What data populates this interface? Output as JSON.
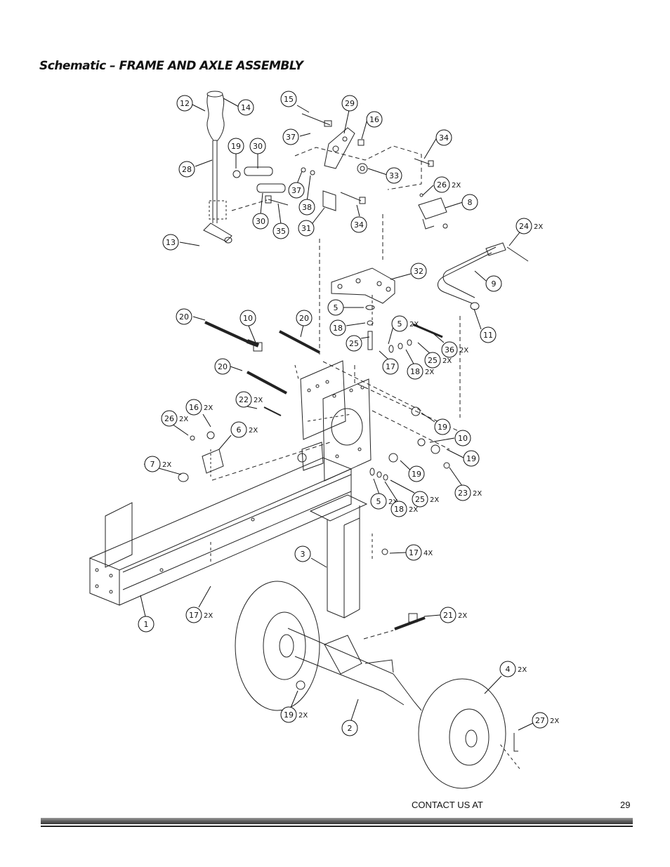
{
  "page": {
    "title": "Schematic – FRAME AND AXLE ASSEMBLY",
    "footer_contact": "CONTACT US AT",
    "page_number": "29"
  },
  "callouts": [
    {
      "id": "12",
      "label": "12",
      "qty": ""
    },
    {
      "id": "14",
      "label": "14",
      "qty": ""
    },
    {
      "id": "15",
      "label": "15",
      "qty": ""
    },
    {
      "id": "29",
      "label": "29",
      "qty": ""
    },
    {
      "id": "16a",
      "label": "16",
      "qty": ""
    },
    {
      "id": "37a",
      "label": "37",
      "qty": ""
    },
    {
      "id": "34a",
      "label": "34",
      "qty": ""
    },
    {
      "id": "19a",
      "label": "19",
      "qty": ""
    },
    {
      "id": "30a",
      "label": "30",
      "qty": ""
    },
    {
      "id": "28",
      "label": "28",
      "qty": ""
    },
    {
      "id": "37b",
      "label": "37",
      "qty": ""
    },
    {
      "id": "33",
      "label": "33",
      "qty": ""
    },
    {
      "id": "26a",
      "label": "26",
      "qty": "2X"
    },
    {
      "id": "8",
      "label": "8",
      "qty": ""
    },
    {
      "id": "38",
      "label": "38",
      "qty": ""
    },
    {
      "id": "30b",
      "label": "30",
      "qty": ""
    },
    {
      "id": "35",
      "label": "35",
      "qty": ""
    },
    {
      "id": "31",
      "label": "31",
      "qty": ""
    },
    {
      "id": "34b",
      "label": "34",
      "qty": ""
    },
    {
      "id": "24",
      "label": "24",
      "qty": "2X"
    },
    {
      "id": "13",
      "label": "13",
      "qty": ""
    },
    {
      "id": "32",
      "label": "32",
      "qty": ""
    },
    {
      "id": "9",
      "label": "9",
      "qty": ""
    },
    {
      "id": "5a",
      "label": "5",
      "qty": ""
    },
    {
      "id": "20a",
      "label": "20",
      "qty": ""
    },
    {
      "id": "10a",
      "label": "10",
      "qty": ""
    },
    {
      "id": "20b",
      "label": "20",
      "qty": ""
    },
    {
      "id": "18a",
      "label": "18",
      "qty": ""
    },
    {
      "id": "5b",
      "label": "5",
      "qty": "2X"
    },
    {
      "id": "11",
      "label": "11",
      "qty": ""
    },
    {
      "id": "25a",
      "label": "25",
      "qty": ""
    },
    {
      "id": "36",
      "label": "36",
      "qty": "2X"
    },
    {
      "id": "17a",
      "label": "17",
      "qty": ""
    },
    {
      "id": "18b",
      "label": "18",
      "qty": "2X"
    },
    {
      "id": "25b",
      "label": "25",
      "qty": "2X"
    },
    {
      "id": "20c",
      "label": "20",
      "qty": ""
    },
    {
      "id": "22",
      "label": "22",
      "qty": "2X"
    },
    {
      "id": "16b",
      "label": "16",
      "qty": "2X"
    },
    {
      "id": "26b",
      "label": "26",
      "qty": "2X"
    },
    {
      "id": "6",
      "label": "6",
      "qty": "2X"
    },
    {
      "id": "19b",
      "label": "19",
      "qty": ""
    },
    {
      "id": "10b",
      "label": "10",
      "qty": ""
    },
    {
      "id": "7",
      "label": "7",
      "qty": "2X"
    },
    {
      "id": "19c",
      "label": "19",
      "qty": ""
    },
    {
      "id": "19d",
      "label": "19",
      "qty": ""
    },
    {
      "id": "23",
      "label": "23",
      "qty": "2X"
    },
    {
      "id": "5c",
      "label": "5",
      "qty": "2X"
    },
    {
      "id": "18c",
      "label": "18",
      "qty": "2X"
    },
    {
      "id": "25c",
      "label": "25",
      "qty": "2X"
    },
    {
      "id": "3",
      "label": "3",
      "qty": ""
    },
    {
      "id": "17b",
      "label": "17",
      "qty": "4X"
    },
    {
      "id": "1",
      "label": "1",
      "qty": ""
    },
    {
      "id": "17c",
      "label": "17",
      "qty": "2X"
    },
    {
      "id": "21",
      "label": "21",
      "qty": "2X"
    },
    {
      "id": "4",
      "label": "4",
      "qty": "2X"
    },
    {
      "id": "27",
      "label": "27",
      "qty": "2X"
    },
    {
      "id": "19e",
      "label": "19",
      "qty": "2X"
    },
    {
      "id": "2",
      "label": "2",
      "qty": ""
    }
  ]
}
